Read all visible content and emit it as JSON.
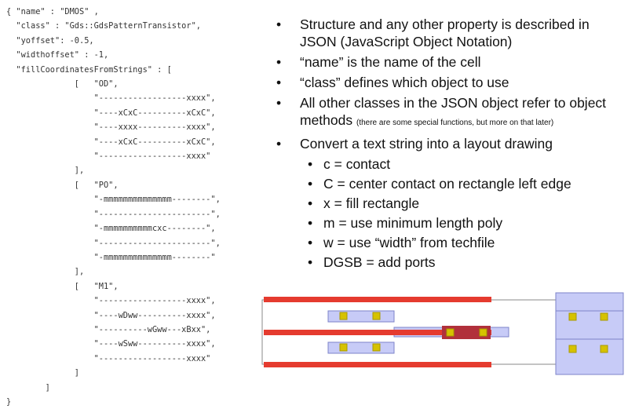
{
  "code": {
    "lines": [
      "{ \"name\" : \"DMOS\" ,",
      "  \"class\" : \"Gds::GdsPatternTransistor\",",
      "  \"yoffset\": -0.5,",
      "  \"widthoffset\" : -1,",
      "  \"fillCoordinatesFromStrings\" : [",
      "              [   \"OD\",",
      "                  \"------------------xxxx\",",
      "                  \"----xCxC----------xCxC\",",
      "                  \"----xxxx----------xxxx\",",
      "                  \"----xCxC----------xCxC\",",
      "                  \"------------------xxxx\"",
      "              ],",
      "              [   \"PO\",",
      "                  \"-mmmmmmmmmmmmmm--------\",",
      "                  \"-----------------------\",",
      "                  \"-mmmmmmmmmmcxc--------\",",
      "                  \"-----------------------\",",
      "                  \"-mmmmmmmmmmmmmm--------\"",
      "              ],",
      "              [   \"M1\",",
      "                  \"------------------xxxx\",",
      "                  \"----wDww----------xxxx\",",
      "                  \"----------wGww---xBxx\",",
      "                  \"----wSww----------xxxx\",",
      "                  \"------------------xxxx\"",
      "              ]",
      "        ]",
      "}"
    ]
  },
  "bullets": [
    {
      "text": "Structure and any other property is described in JSON (JavaScript Object Notation)"
    },
    {
      "text": "“name” is the name of the cell"
    },
    {
      "text": "“class” defines which object to use"
    },
    {
      "text": "All other classes in the JSON object refer to object methods",
      "note": "(there are some special functions, but more on that later)"
    },
    {
      "text": "Convert a text string into a layout drawing"
    }
  ],
  "sub_bullets": [
    {
      "text": "c = contact"
    },
    {
      "text": "C = center contact on rectangle left edge"
    },
    {
      "text": "x = fill rectangle"
    },
    {
      "text": "m = use minimum length poly"
    },
    {
      "text": "w = use “width” from techfile"
    },
    {
      "text": "DGSB = add ports"
    }
  ],
  "bullet_glyph": "•",
  "colors": {
    "poly": "#e53b2f",
    "poly_dark": "#b1303b",
    "od": "#c7cbf7",
    "od_outline": "#7c83c8",
    "contact": "#d6c200",
    "contact_edge": "#a89a00",
    "outline": "#8a8a8a"
  }
}
